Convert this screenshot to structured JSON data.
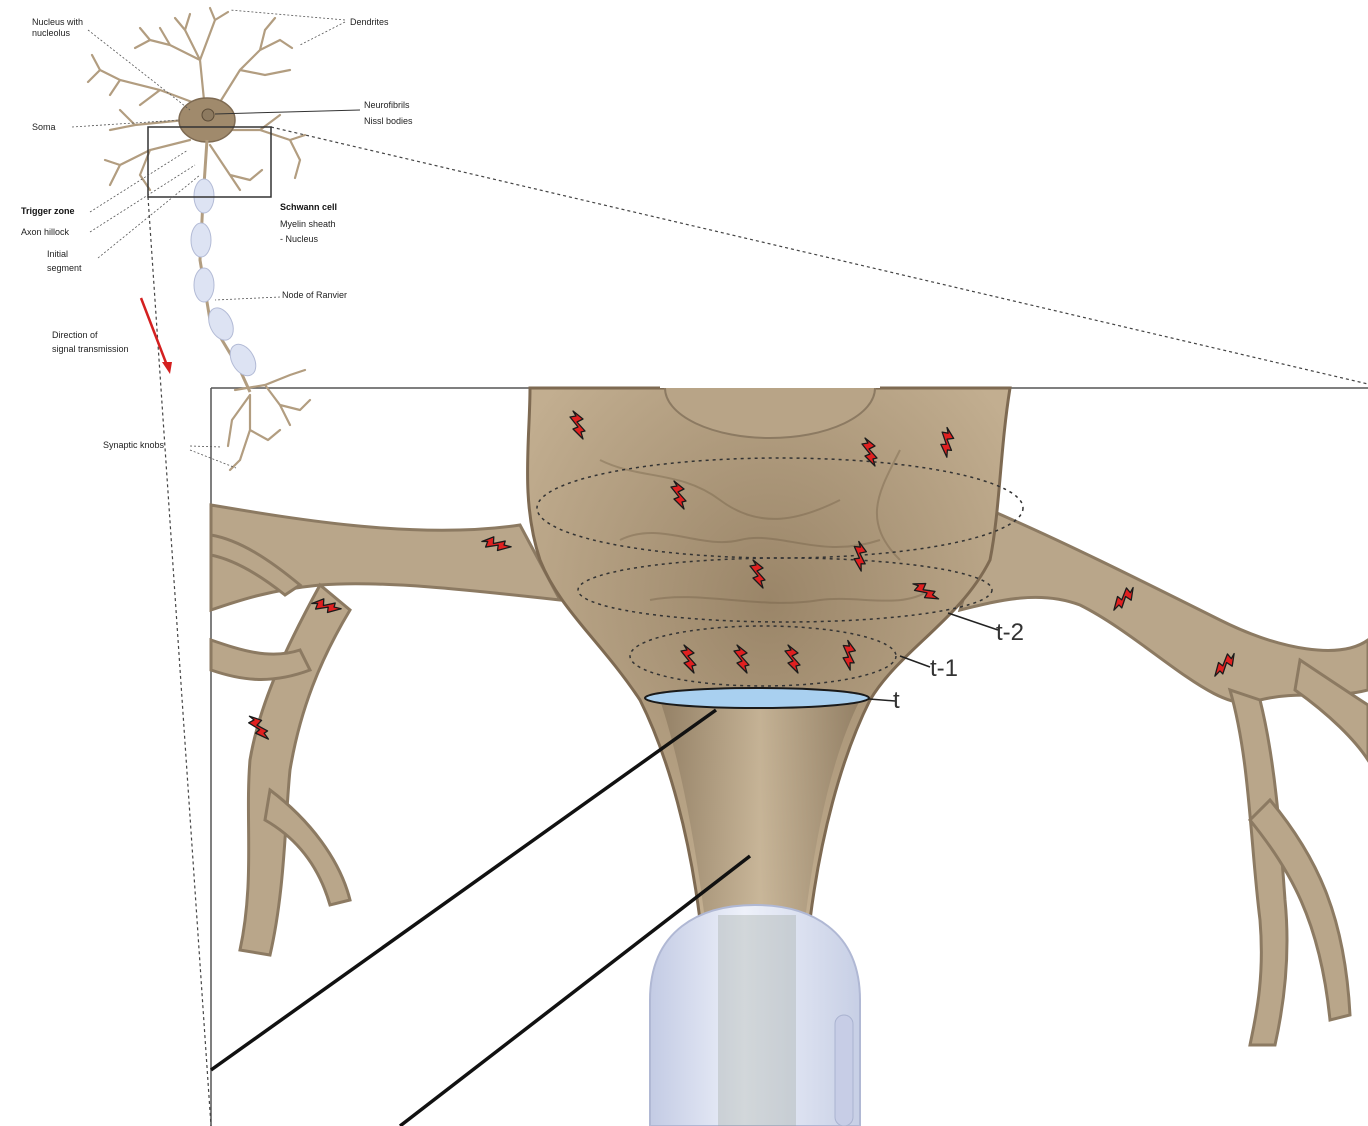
{
  "overview_labels": {
    "nucleus_with_nucleolus_1": "Nucleus with",
    "nucleus_with_nucleolus_2": "nucleolus",
    "dendrites": "Dendrites",
    "neurofibrils_1": "Neurofibrils",
    "neurofibrils_2": "Nissl bodies",
    "soma": "Soma",
    "trigger_zone": "Trigger zone",
    "axon_hillock": "Axon hillock",
    "initial_segment_1": "Initial",
    "initial_segment_2": "segment",
    "schwann_cell": "Schwann cell",
    "myelin_sheath": "Myelin sheath",
    "nucleus": "- Nucleus",
    "node_of_ranvier": "Node of Ranvier",
    "direction_1": "Direction of",
    "direction_2": "signal transmission",
    "synaptic_knobs": "Synaptic knobs"
  },
  "zoom_labels": {
    "t_minus_2": "t-2",
    "t_minus_1": "t-1",
    "t": "t"
  },
  "colors": {
    "cell_body": "#b9a68a",
    "cell_outline": "#8c7a62",
    "cell_shadow": "#7e6a52",
    "signal_red": "#e02020",
    "membrane_blue": "#a9d0f0",
    "myelin": "#d6dcee",
    "arrow_red": "#d42020"
  },
  "icons": {
    "impulse": "lightning-bolt-icon",
    "direction": "red-arrow-icon"
  }
}
